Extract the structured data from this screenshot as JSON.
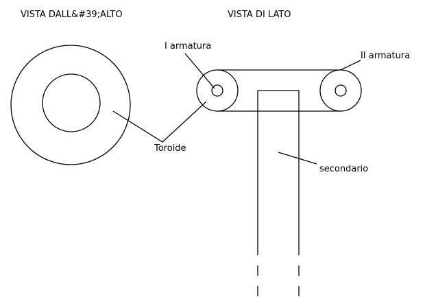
{
  "titles": {
    "top_view": "VISTA DALL&#39;ALTO",
    "side_view": "VISTA DI LATO"
  },
  "labels": {
    "first_armature": "I armatura",
    "second_armature": "II armatura",
    "toroid": "Toroide",
    "secondary": "secondario"
  }
}
